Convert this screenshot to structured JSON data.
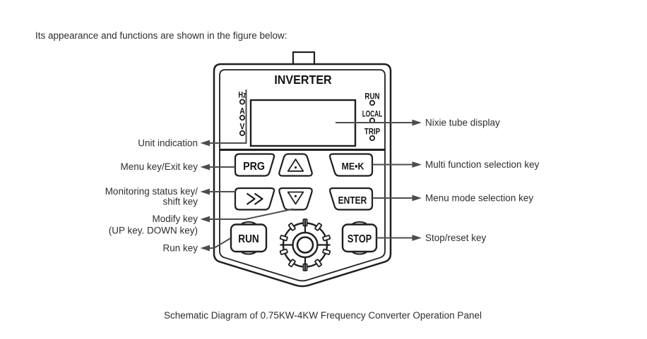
{
  "page": {
    "intro": "Its appearance and functions are shown in the figure below:",
    "caption": "Schematic Diagram of 0.75KW-4KW Frequency Converter Operation Panel"
  },
  "panel": {
    "title": "INVERTER",
    "unit_indicators": [
      "Hz",
      "A",
      "V"
    ],
    "status_indicators": [
      "RUN",
      "LOCAL",
      "TRIP"
    ],
    "keys": {
      "prg": "PRG",
      "mek": "ME•K",
      "enter": "ENTER",
      "run": "RUN",
      "stop": "STOP"
    },
    "key_icons": {
      "up": "up-arrow",
      "down": "down-arrow",
      "shift": "double-chevron-right",
      "knob": "rotary-knob"
    }
  },
  "labels": {
    "left": [
      {
        "line1": "Unit indication"
      },
      {
        "line1": "Menu key/Exit key"
      },
      {
        "line1": "Monitoring status key/",
        "line2": "shift key"
      },
      {
        "line1": "Modify key",
        "line2": "(UP key. DOWN key)"
      },
      {
        "line1": "Run key"
      }
    ],
    "right": [
      {
        "line1": "Nixie tube display"
      },
      {
        "line1": "Multi function selection key"
      },
      {
        "line1": "Menu mode selection key"
      },
      {
        "line1": "Stop/reset key"
      }
    ]
  },
  "colors": {
    "ink": "#1f1f1f",
    "pointer_line": "#4d4d4d",
    "text": "#2e2e2e",
    "background": "#ffffff"
  }
}
